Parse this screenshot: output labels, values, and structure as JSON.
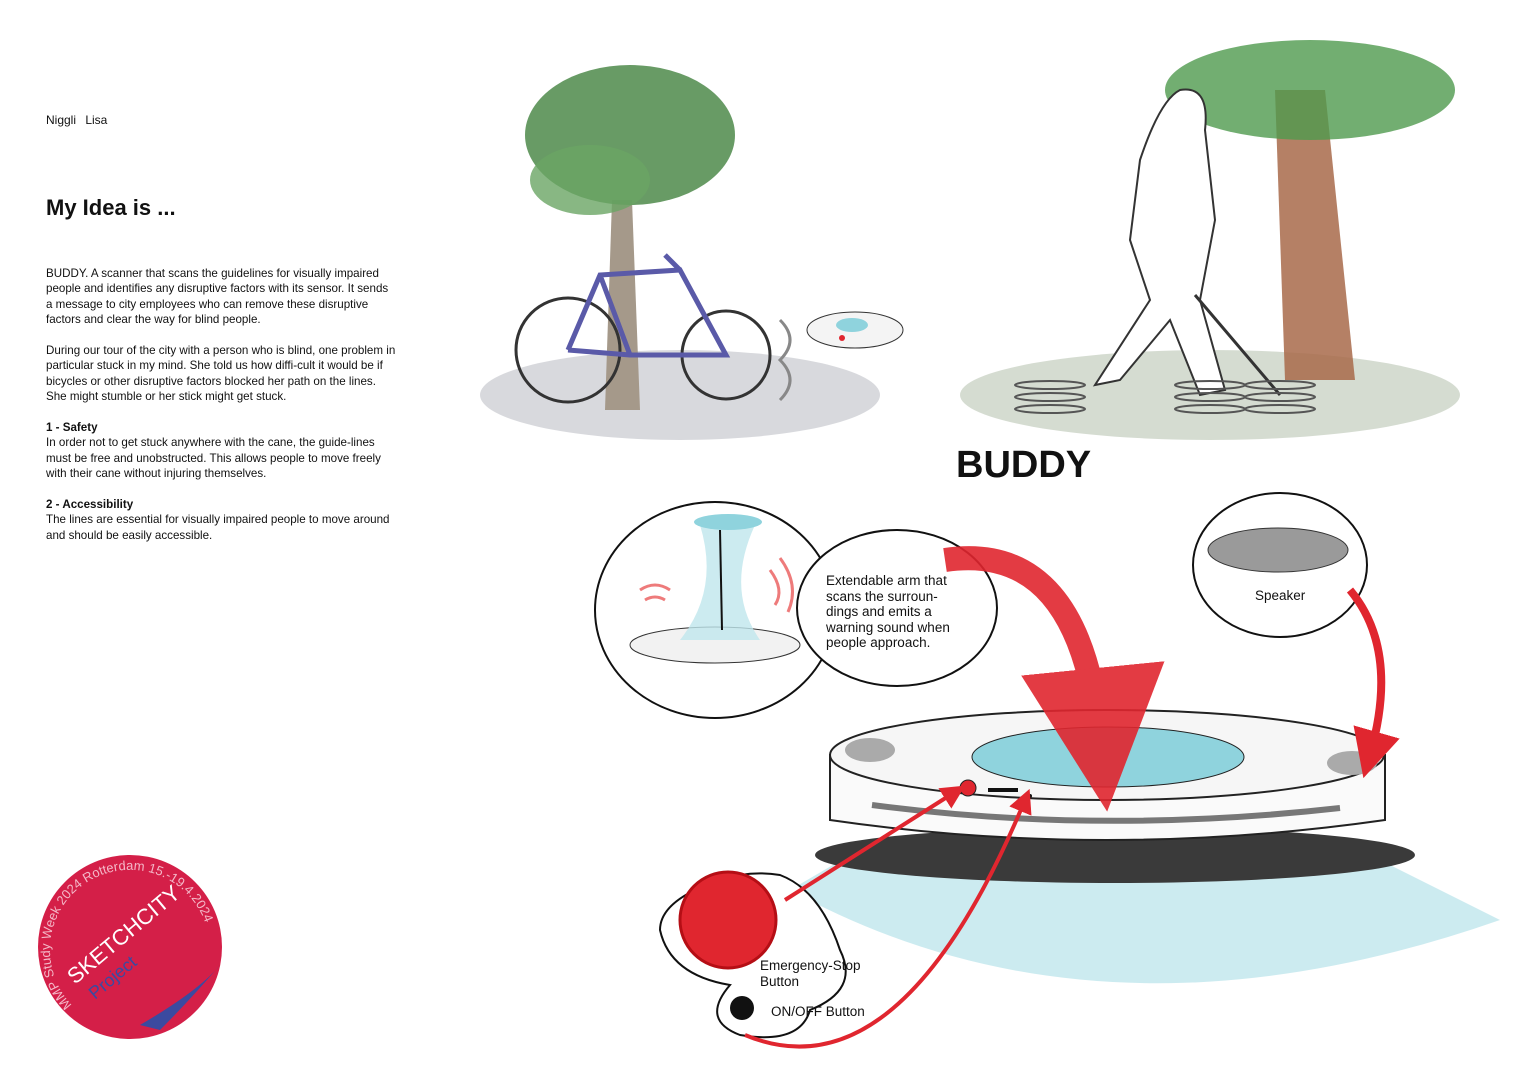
{
  "author": "Niggli Lisa",
  "heading": "My Idea is ...",
  "intro": "BUDDY. A scanner that scans the guidelines for visually impaired people and identifies any disruptive factors with its sensor. It sends a message to city employees who can remove these disruptive factors and clear the way for blind people.",
  "story": "During our tour of the city with a person who is blind, one problem in particular stuck in my mind. She told us how diffi-cult it would be if bicycles or other disruptive factors blocked her path on the lines. She might stumble or her stick might get stuck.",
  "sections": [
    {
      "title": "1 - Safety",
      "text": "In order not to get stuck anywhere with the cane, the guide-lines must be free and unobstructed. This allows people to move freely with their cane without injuring themselves."
    },
    {
      "title": "2 - Accessibility",
      "text": "The lines are essential for visually impaired people to move around and should be easily accessible."
    }
  ],
  "product_name": "BUDDY",
  "callouts": {
    "arm": "Extendable arm that scans the surroun-dings and emits a warning sound when people approach.",
    "speaker": "Speaker",
    "emergency": "Emergency-Stop Button",
    "onoff": "ON/OFF Button"
  },
  "sticker": {
    "ring_text": "MMP Study Week 2024 Rotterdam 15.-19.4.2024",
    "main": "SKETCHCITY",
    "sub": "Project"
  },
  "colors": {
    "accent_red": "#e0262f",
    "scanner_blue": "#8fd3dd",
    "sticker_red": "#d41f48",
    "sticker_blue": "#3b4aa0"
  }
}
